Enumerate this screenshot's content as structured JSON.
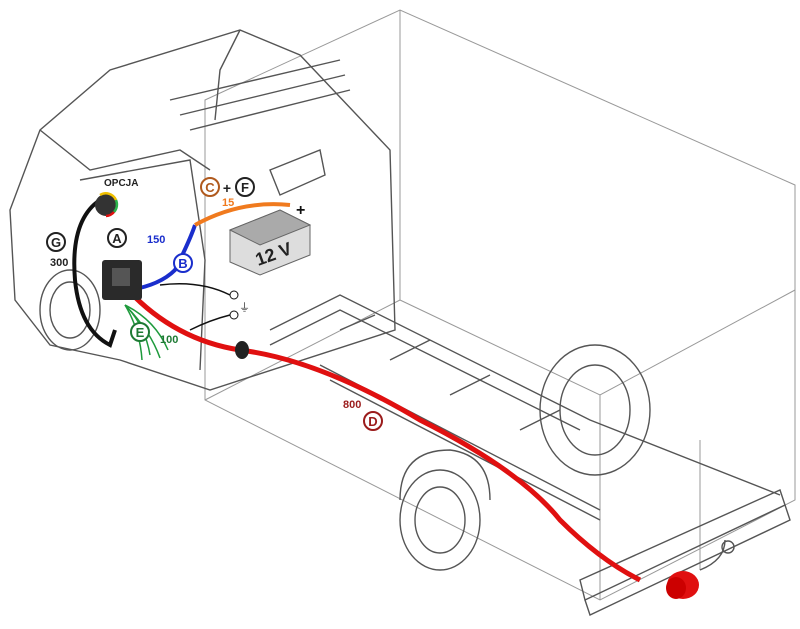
{
  "diagram": {
    "title": "Towbar wiring kit installation in van chassis",
    "option_label": "OPCJA",
    "battery_label": "12 V",
    "battery_plus": "+",
    "ground_symbol": "⏚",
    "plus_between": "+",
    "callouts": [
      {
        "id": "A",
        "color": "#222222"
      },
      {
        "id": "B",
        "color": "#1a2ecc"
      },
      {
        "id": "C",
        "color": "#b05a1e"
      },
      {
        "id": "F",
        "color": "#222222"
      },
      {
        "id": "D",
        "color": "#9b1c1c"
      },
      {
        "id": "E",
        "color": "#1e7a34"
      },
      {
        "id": "G",
        "color": "#222222"
      }
    ],
    "lengths": {
      "B": "150",
      "C": "15",
      "D": "800",
      "E": "100",
      "G": "300"
    },
    "wire_colors": {
      "blue": "#1a2ecc",
      "orange": "#f07a1e",
      "red": "#e01010",
      "green": "#1e9a3c",
      "black": "#111111"
    }
  }
}
